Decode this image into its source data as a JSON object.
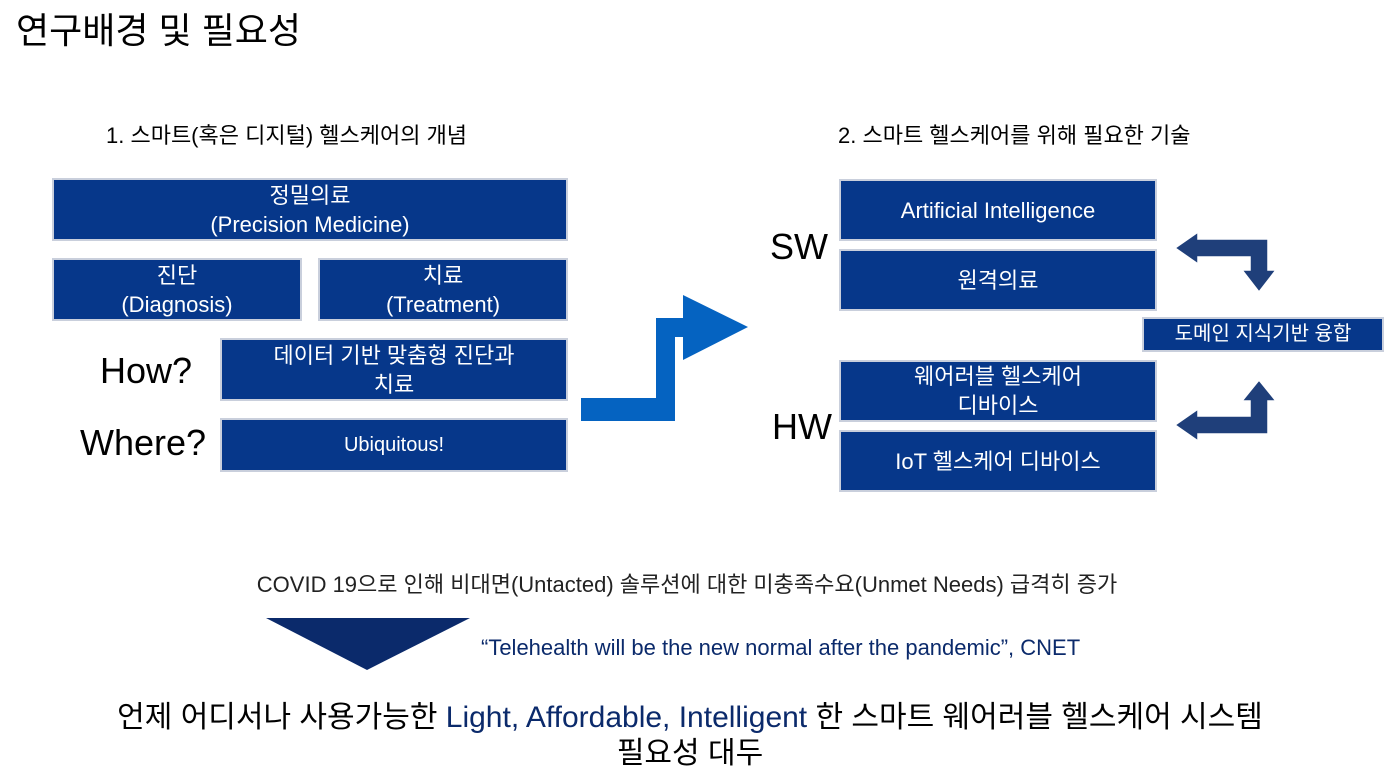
{
  "title": "연구배경 및 필요성",
  "left_section": {
    "heading": "1. 스마트(혹은 디지털) 헬스케어의 개념",
    "precision": {
      "line1": "정밀의료",
      "line2": "(Precision Medicine)"
    },
    "diagnosis": {
      "line1": "진단",
      "line2": "(Diagnosis)"
    },
    "treatment": {
      "line1": "치료",
      "line2": "(Treatment)"
    },
    "how_label": "How?",
    "how_box": {
      "line1": "데이터 기반 맞춤형 진단과",
      "line2": "치료"
    },
    "where_label": "Where?",
    "where_box": "Ubiquitous!"
  },
  "right_section": {
    "heading": "2. 스마트 헬스케어를 위해 필요한 기술",
    "sw_label": "SW",
    "ai_box": "Artificial Intelligence",
    "remote_box": "원격의료",
    "hw_label": "HW",
    "wearable_box": {
      "line1": "웨어러블 헬스케어",
      "line2": "디바이스"
    },
    "iot_box": "IoT 헬스케어 디바이스",
    "fusion_box": "도메인 지식기반 융합"
  },
  "covid_text": "COVID 19으로 인해 비대면(Untacted) 솔루션에 대한 미충족수요(Unmet Needs) 급격히 증가",
  "quote": "“Telehealth will be the new normal after the pandemic”,  CNET",
  "conclusion": {
    "pre": "언제 어디서나 사용가능한 ",
    "highlight": "Light, Affordable, Intelligent",
    "post": " 한 스마트 웨어러블 헬스케어 시스템",
    "line2": "필요성 대두"
  },
  "colors": {
    "box_fill": "#06378a",
    "box_border": "#c9cfdc",
    "arrow_blue": "#0563c1",
    "arrow_dark": "#1f3f7a",
    "triangle": "#0b2a6b",
    "quote_text": "#0b2a6b"
  }
}
